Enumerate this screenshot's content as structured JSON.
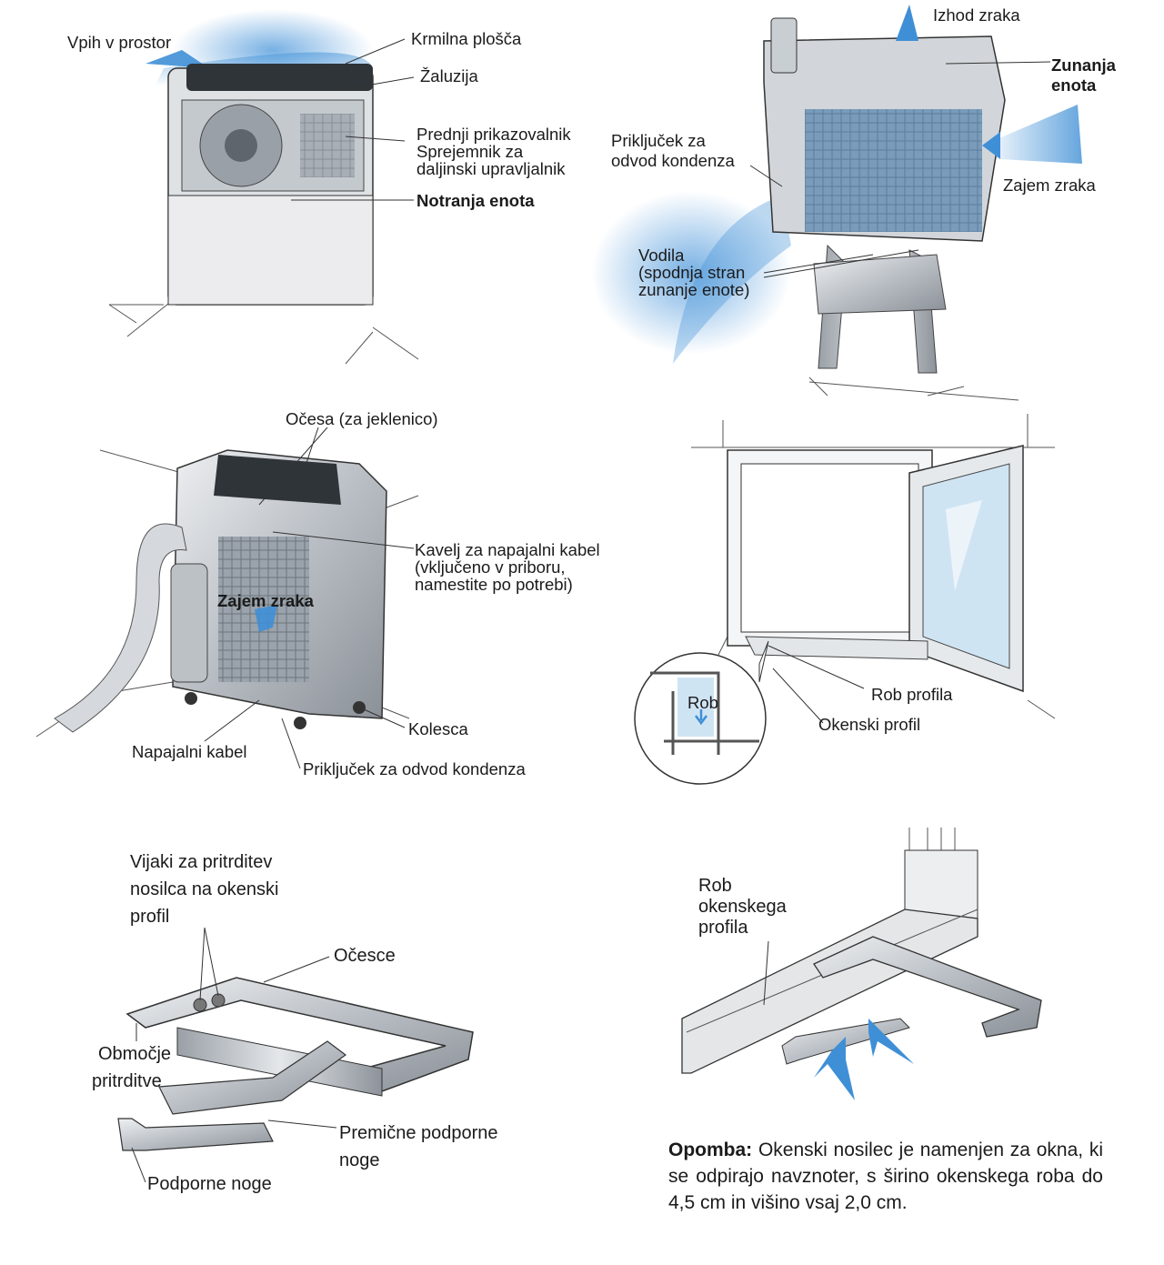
{
  "diagrams": {
    "indoor_unit": {
      "labels": {
        "inlet": "Vpih v prostor",
        "control_panel": "Krmilna plošča",
        "louver": "Žaluzija",
        "display_line1": "Prednji prikazovalnik",
        "display_line2": "Sprejemnik za",
        "display_line3": "daljinski upravljalnik",
        "title": "Notranja enota"
      }
    },
    "outdoor_unit": {
      "labels": {
        "air_out": "Izhod zraka",
        "title_line1": "Zunanja",
        "title_line2": "enota",
        "drain_line1": "Priključek za",
        "drain_line2": "odvod kondenza",
        "air_in": "Zajem zraka",
        "guides_line1": "Vodila",
        "guides_line2": "(spodnja stran",
        "guides_line3": "zunanje enote)"
      }
    },
    "indoor_back": {
      "labels": {
        "eyelets": "Očesa (za jeklenico)",
        "hook_line1": "Kavelj za napajalni kabel",
        "hook_line2": "(vključeno v priboru,",
        "hook_line3": "namestite po potrebi)",
        "air_in": "Zajem zraka",
        "wheels": "Kolesca",
        "power_cable": "Napajalni kabel",
        "drain": "Priključek za odvod kondenza"
      }
    },
    "window": {
      "labels": {
        "edge_detail": "Rob",
        "profile_edge": "Rob profila",
        "window_profile": "Okenski profil"
      }
    },
    "bracket": {
      "labels": {
        "screws_line1": "Vijaki za pritrditev",
        "screws_line2": "nosilca na okenski",
        "screws_line3": "profil",
        "eyelet": "Očesce",
        "area_line1": "Območje",
        "area_line2": "pritrditve",
        "movable_legs_line1": "Premične podporne",
        "movable_legs_line2": "noge",
        "legs": "Podporne noge"
      }
    },
    "mounted": {
      "labels": {
        "edge_line1": "Rob",
        "edge_line2": "okenskega",
        "edge_line3": "profila"
      }
    }
  },
  "note": {
    "title": "Opomba:",
    "text": "Okenski nosilec je namenjen za okna, ki se odpirajo navznoter, s širino okenskega roba do 4,5 cm in višino vsaj 2,0 cm."
  },
  "colors": {
    "airflow": "#3f8fd6",
    "metal": "#b9bec4",
    "line": "#333333"
  }
}
